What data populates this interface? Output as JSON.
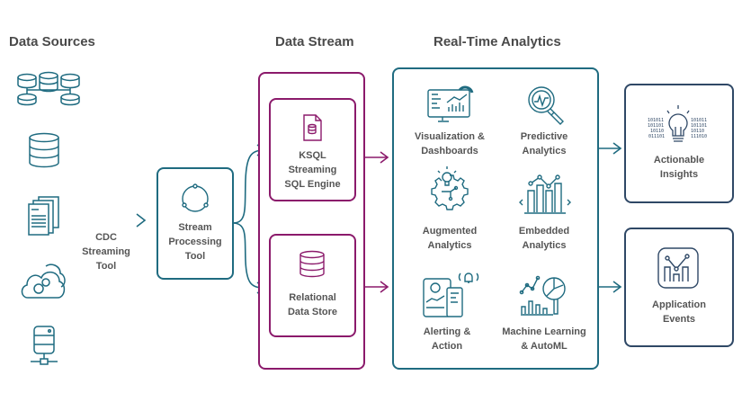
{
  "colors": {
    "teal": "#1f6b80",
    "magenta": "#8b1a6b",
    "navy": "#2f4866",
    "text": "#4a4a4a"
  },
  "headings": {
    "sources": "Data Sources",
    "stream": "Data Stream",
    "analytics": "Real-Time Analytics"
  },
  "sources": {
    "icons": [
      "database-network-icon",
      "database-icon",
      "documents-icon",
      "cloud-gears-icon",
      "server-network-icon"
    ],
    "cdc_label": "CDC\nStreaming\nTool"
  },
  "processing": {
    "label": "Stream\nProcessing\nTool",
    "icon": "cycle-icon"
  },
  "stream": {
    "ksql": "KSQL\nStreaming\nSQL Engine",
    "relational": "Relational\nData Store"
  },
  "analytics": {
    "items": [
      {
        "label": "Visualization &\nDashboards",
        "icon": "dashboard-monitor-icon"
      },
      {
        "label": "Predictive\nAnalytics",
        "icon": "magnifier-chart-icon"
      },
      {
        "label": "Augmented\nAnalytics",
        "icon": "gear-lightbulb-icon"
      },
      {
        "label": "Embedded\nAnalytics",
        "icon": "bar-line-chart-icon"
      },
      {
        "label": "Alerting &\nAction",
        "icon": "devices-alert-icon"
      },
      {
        "label": "Machine Learning\n& AutoML",
        "icon": "ml-chart-icon"
      }
    ]
  },
  "outputs": {
    "insights": "Actionable\nInsights",
    "events": "Application\nEvents"
  }
}
